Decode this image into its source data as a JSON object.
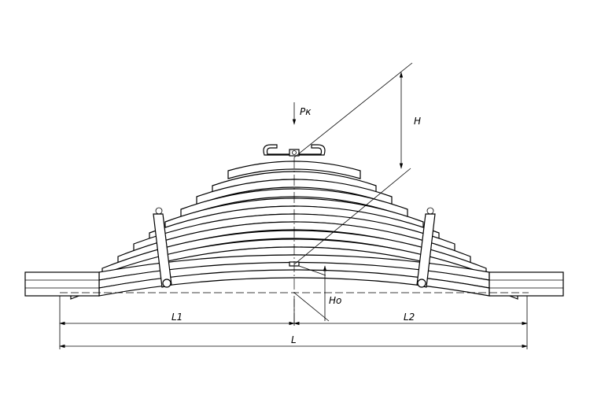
{
  "labels": {
    "force": "Pк",
    "height": "H",
    "deflection": "Ho",
    "left_length": "L1",
    "right_length": "L2",
    "total_length": "L"
  }
}
